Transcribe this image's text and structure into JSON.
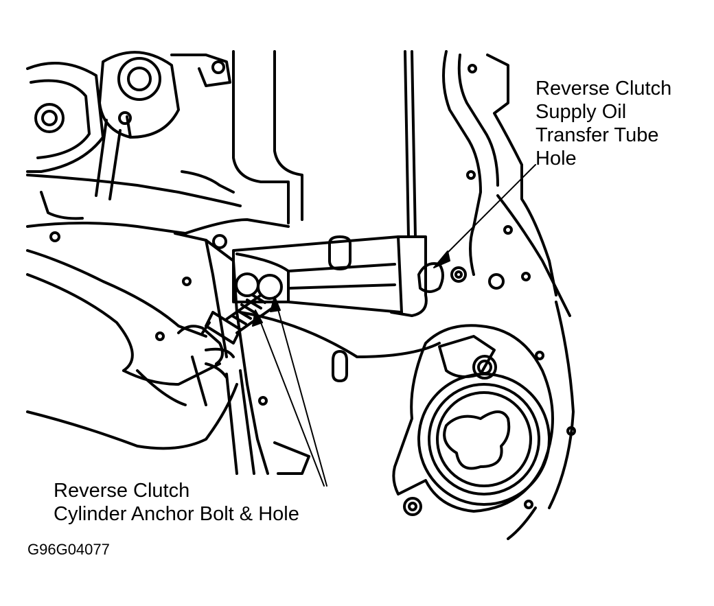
{
  "labels": {
    "reverse_clutch_supply": [
      "Reverse Clutch",
      "Supply Oil",
      "Transfer Tube",
      "Hole"
    ],
    "reverse_clutch_anchor": [
      "Reverse Clutch",
      "Cylinder Anchor Bolt & Hole"
    ]
  },
  "figure_id": "G96G04077",
  "colors": {
    "ink": "#000000",
    "background": "#ffffff"
  }
}
